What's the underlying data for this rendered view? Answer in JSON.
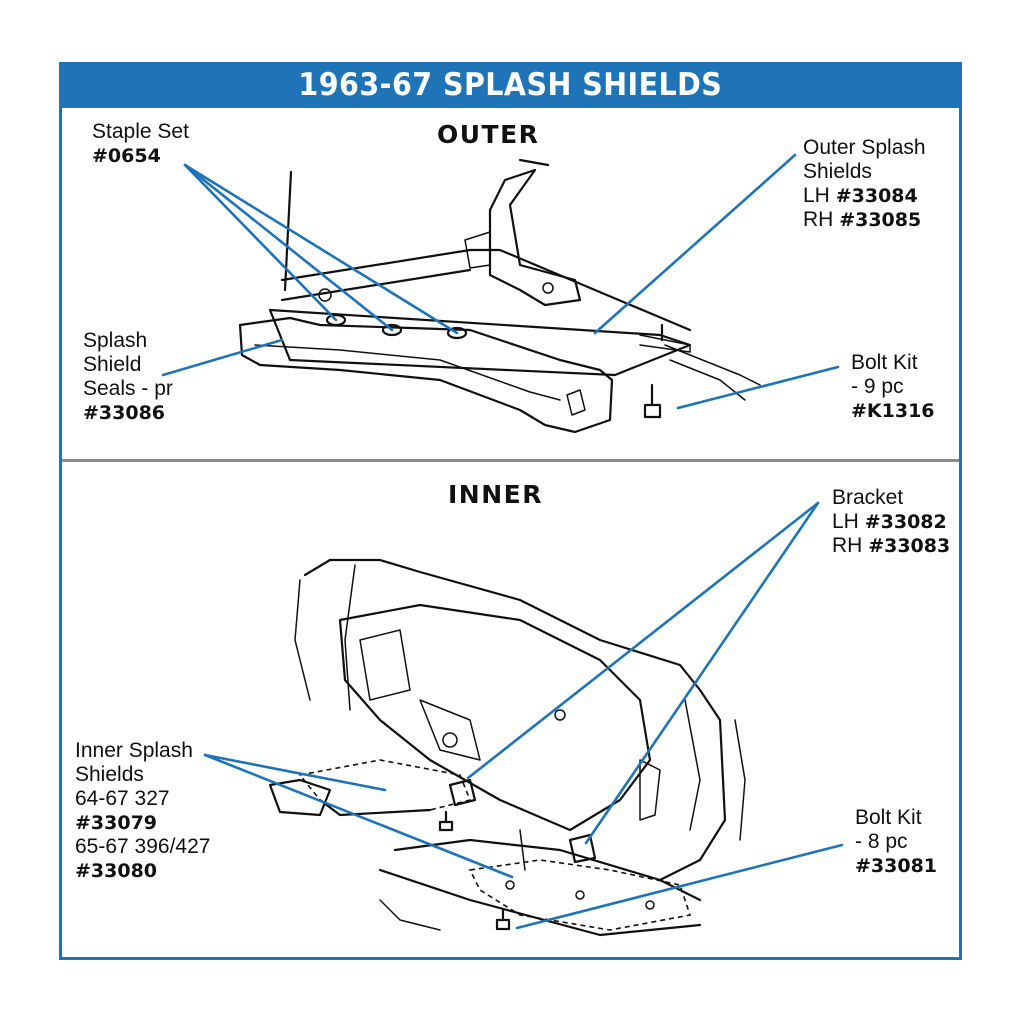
{
  "title": "1963-67 SPLASH SHIELDS",
  "colors": {
    "brand_blue": "#1f73b7",
    "ink": "#111111",
    "divider": "#8a8a8a"
  },
  "sections": {
    "outer": {
      "heading": "OUTER",
      "staple_set": {
        "name": "Staple Set",
        "part": "#0654"
      },
      "outer_splash_shields": {
        "line1": "Outer Splash",
        "line2": "Shields",
        "lh_prefix": "LH",
        "lh_part": "#33084",
        "rh_prefix": "RH",
        "rh_part": "#33085"
      },
      "splash_shield_seals": {
        "line1": "Splash",
        "line2": "Shield",
        "line3": "Seals - pr",
        "part": "#33086"
      },
      "bolt_kit": {
        "line1": "Bolt Kit",
        "line2": "- 9 pc",
        "part": "#K1316"
      }
    },
    "inner": {
      "heading": "INNER",
      "bracket": {
        "name": "Bracket",
        "lh_prefix": "LH",
        "lh_part": "#33082",
        "rh_prefix": "RH",
        "rh_part": "#33083"
      },
      "inner_splash_shields": {
        "line1": "Inner Splash",
        "line2": "Shields",
        "line3": "64-67 327",
        "part1": "#33079",
        "line5": "65-67 396/427",
        "part2": "#33080"
      },
      "bolt_kit": {
        "line1": "Bolt Kit",
        "line2": "- 8 pc",
        "part": "#33081"
      }
    }
  }
}
